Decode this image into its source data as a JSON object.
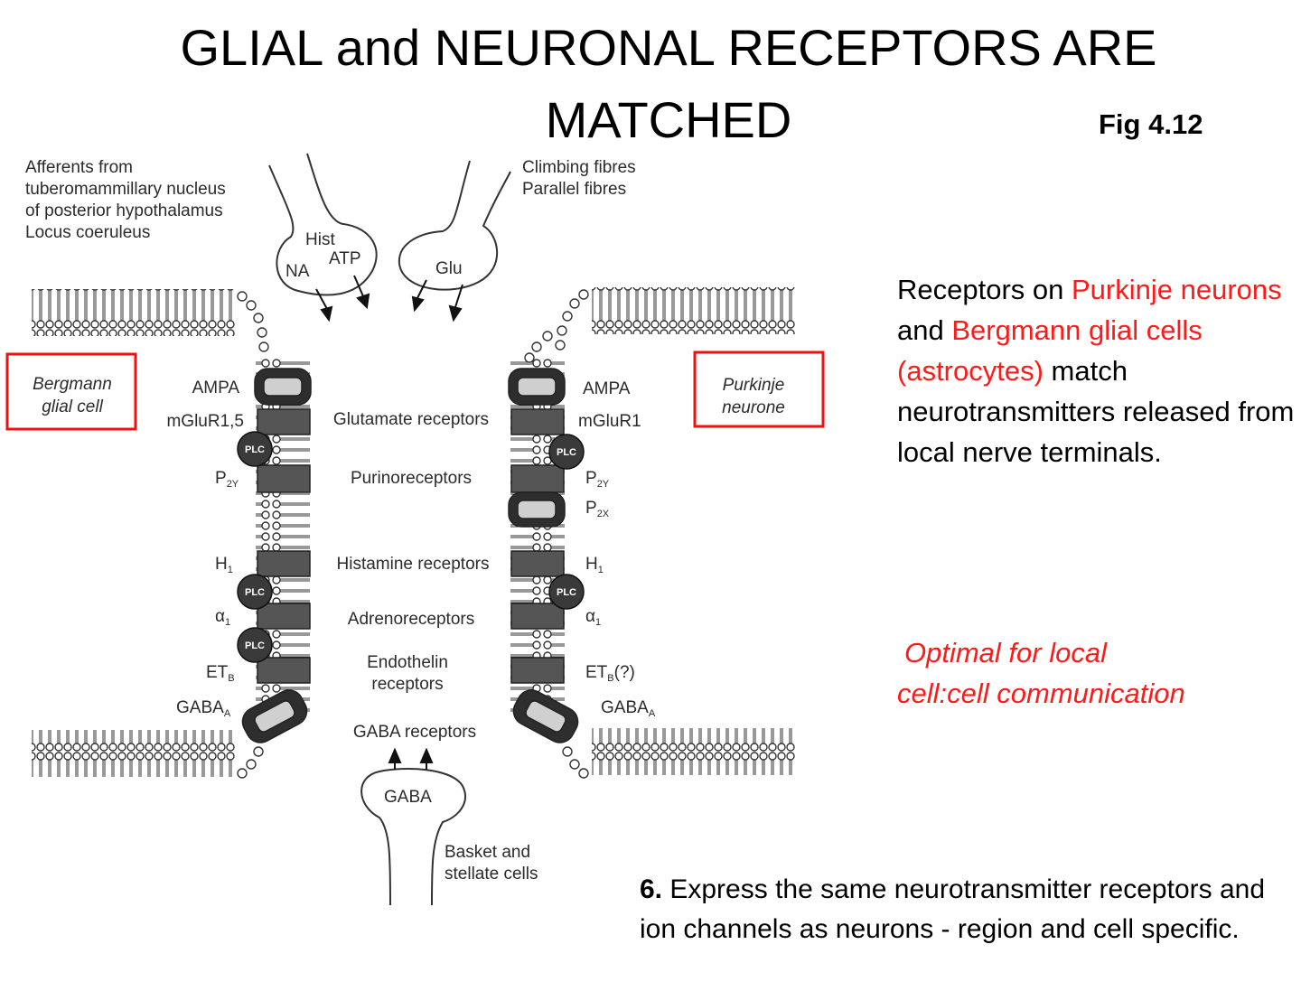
{
  "title": {
    "line1": "GLIAL and NEURONAL RECEPTORS ARE",
    "line2": "MATCHED"
  },
  "fig_label": "Fig 4.12",
  "description": {
    "part1": "Receptors on ",
    "purkinje": "Purkinje neurons",
    "part2": " and ",
    "bergmann": "Bergmann glial cells (astrocytes)",
    "part3": " match neurotransmitters released from local nerve terminals."
  },
  "optimal": {
    "line1": "Optimal for local",
    "line2": "cell:cell communication"
  },
  "point6": {
    "number": "6.",
    "text": " Express the same neurotransmitter receptors and ion channels as neurons - region and cell specific."
  },
  "diagram": {
    "afferents": [
      "Afferents from",
      "tuberomammillary nucleus",
      "of posterior hypothalamus",
      "Locus coeruleus"
    ],
    "climbing": [
      "Climbing fibres",
      "Parallel fibres"
    ],
    "terminal_left": {
      "hist": "Hist",
      "na": "NA",
      "atp": "ATP"
    },
    "terminal_right": {
      "glu": "Glu"
    },
    "terminal_bottom": {
      "gaba": "GABA"
    },
    "basket": [
      "Basket and",
      "stellate cells"
    ],
    "box_left": [
      "Bergmann",
      "glial cell"
    ],
    "box_right": [
      "Purkinje",
      "neurone"
    ],
    "left_receptors": {
      "ampa": "AMPA",
      "mglur": "mGluR1,5",
      "p": "P",
      "p_sub": "2Y",
      "h": "H",
      "h_sub": "1",
      "alpha": "α",
      "alpha_sub": "1",
      "et": "ET",
      "et_sub": "B",
      "gaba": "GABA",
      "gaba_sub": "A"
    },
    "right_receptors": {
      "ampa": "AMPA",
      "mglur": "mGluR1",
      "p2y": "P",
      "p2y_sub": "2Y",
      "p2x": "P",
      "p2x_sub": "2X",
      "h": "H",
      "h_sub": "1",
      "alpha": "α",
      "alpha_sub": "1",
      "et": "ET",
      "et_sub": "B",
      "et_suffix": "(?)",
      "gaba": "GABA",
      "gaba_sub": "A"
    },
    "center": {
      "glutamate": "Glutamate receptors",
      "purino": "Purinoreceptors",
      "histamine": "Histamine receptors",
      "adreno": "Adrenoreceptors",
      "endothelin": [
        "Endothelin",
        "receptors"
      ],
      "gaba": "GABA receptors"
    },
    "plc": "PLC"
  }
}
